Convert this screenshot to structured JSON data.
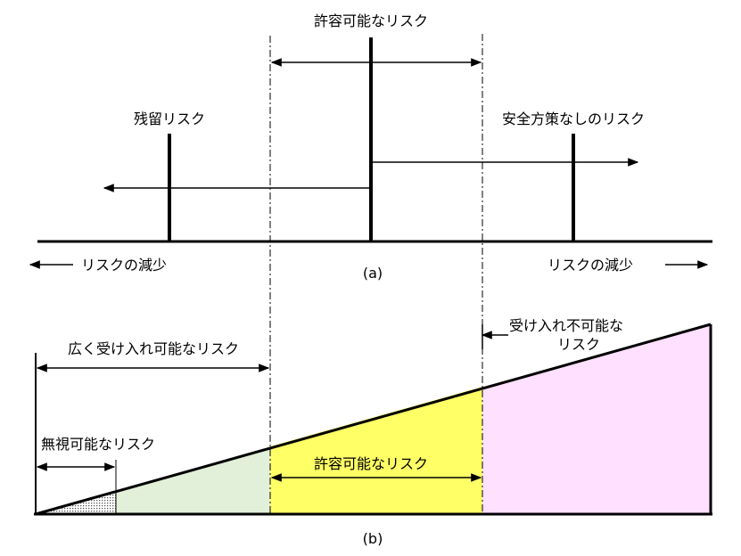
{
  "diagram": {
    "panel_a": {
      "tolerable_risk": "許容可能なリスク",
      "residual_risk": "残留リスク",
      "risk_without_safety_measures": "安全方策なしのリスク",
      "risk_reduction_left": "リスクの減少",
      "risk_reduction_right": "リスクの減少",
      "caption": "(a)"
    },
    "panel_b": {
      "broadly_acceptable_risk": "広く受け入れ可能なリスク",
      "negligible_risk": "無視可能なリスク",
      "tolerable_risk": "許容可能なリスク",
      "unacceptable_risk_line1": "受け入れ不可能な",
      "unacceptable_risk_line2": "リスク",
      "caption": "(b)"
    },
    "colors": {
      "line": "#000000",
      "broadly_acceptable_fill": "#e2efd9",
      "negligible_fill": "#d9d9d9",
      "tolerable_fill": "#ffff66",
      "unacceptable_fill": "#ffe0ff"
    }
  }
}
